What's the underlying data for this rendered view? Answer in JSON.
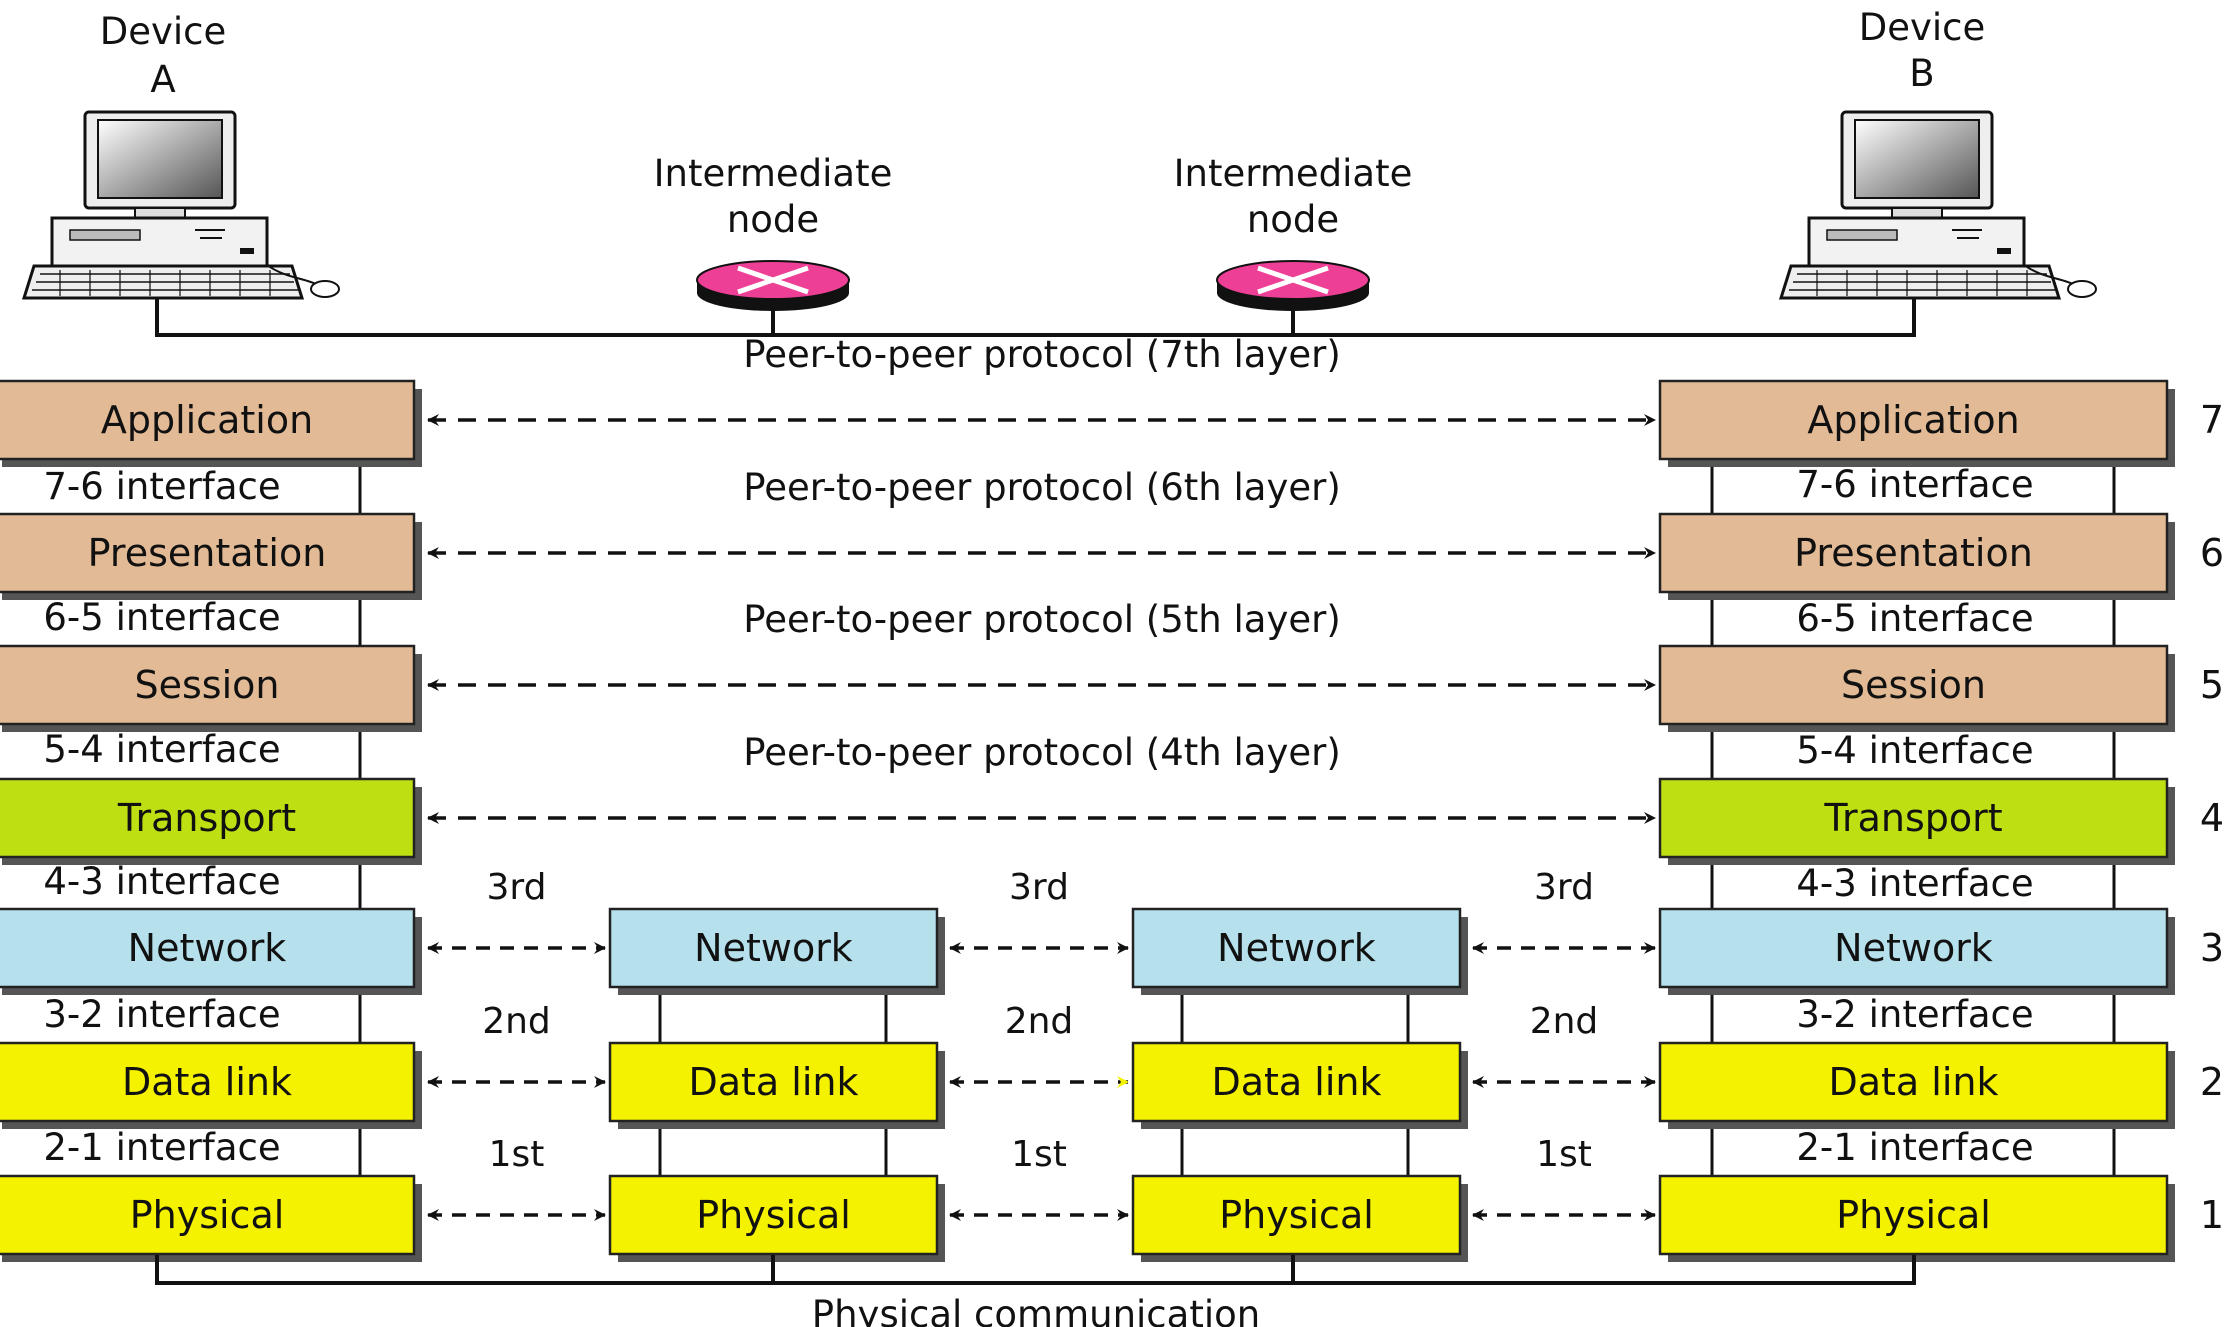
{
  "devices": {
    "a": {
      "line1": "Device",
      "line2": "A",
      "icon": "computer-icon"
    },
    "b": {
      "line1": "Device",
      "line2": "B",
      "icon": "computer-icon"
    }
  },
  "intermediate_nodes": [
    {
      "line1": "Intermediate",
      "line2": "node",
      "icon": "router-icon"
    },
    {
      "line1": "Intermediate",
      "line2": "node",
      "icon": "router-icon"
    }
  ],
  "layers": [
    {
      "number": "7",
      "name": "Application",
      "peer_label": "Peer-to-peer protocol (7th layer)",
      "interface_below": "7-6 interface"
    },
    {
      "number": "6",
      "name": "Presentation",
      "peer_label": "Peer-to-peer protocol (6th layer)",
      "interface_below": "6-5 interface"
    },
    {
      "number": "5",
      "name": "Session",
      "peer_label": "Peer-to-peer protocol (5th layer)",
      "interface_below": "5-4 interface"
    },
    {
      "number": "4",
      "name": "Transport",
      "peer_label": "Peer-to-peer protocol (4th layer)",
      "interface_below": "4-3 interface"
    },
    {
      "number": "3",
      "name": "Network",
      "hop_label": "3rd",
      "interface_below": "3-2 interface"
    },
    {
      "number": "2",
      "name": "Data link",
      "hop_label": "2nd",
      "interface_below": "2-1 interface"
    },
    {
      "number": "1",
      "name": "Physical",
      "hop_label": "1st"
    }
  ],
  "footer_label": "Physical communication",
  "colors": {
    "upper_layers": "#e2bb96",
    "transport": "#bedf11",
    "network": "#b5e0ec",
    "link_physical": "#f5f200",
    "router": "#ee3f96",
    "highlight_arrow": "#f5f200",
    "outline": "#222222"
  }
}
